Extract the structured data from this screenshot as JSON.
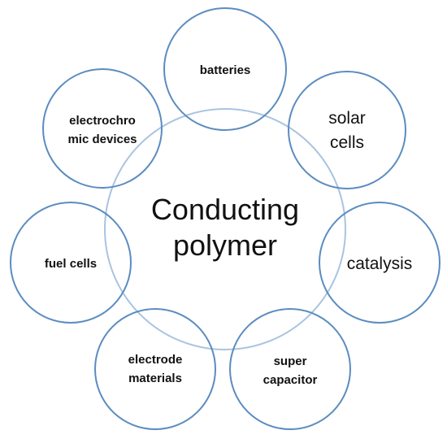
{
  "center": {
    "line1": "Conducting",
    "line2": "polymer"
  },
  "nodes": {
    "batteries": {
      "line1": "batteries"
    },
    "solar_cells": {
      "line1": "solar",
      "line2": "cells"
    },
    "catalysis": {
      "line1": "catalysis"
    },
    "super_capacitor": {
      "line1": "super",
      "line2": "capacitor"
    },
    "electrode_materials": {
      "line1": "electrode",
      "line2": "materials"
    },
    "fuel_cells": {
      "line1": "fuel cells"
    },
    "electrochromic_devices": {
      "line1": "electrochro",
      "line2": "mic devices"
    }
  },
  "colors": {
    "outer_stroke": "#5b8cc0",
    "center_stroke": "#a9c4e0"
  }
}
